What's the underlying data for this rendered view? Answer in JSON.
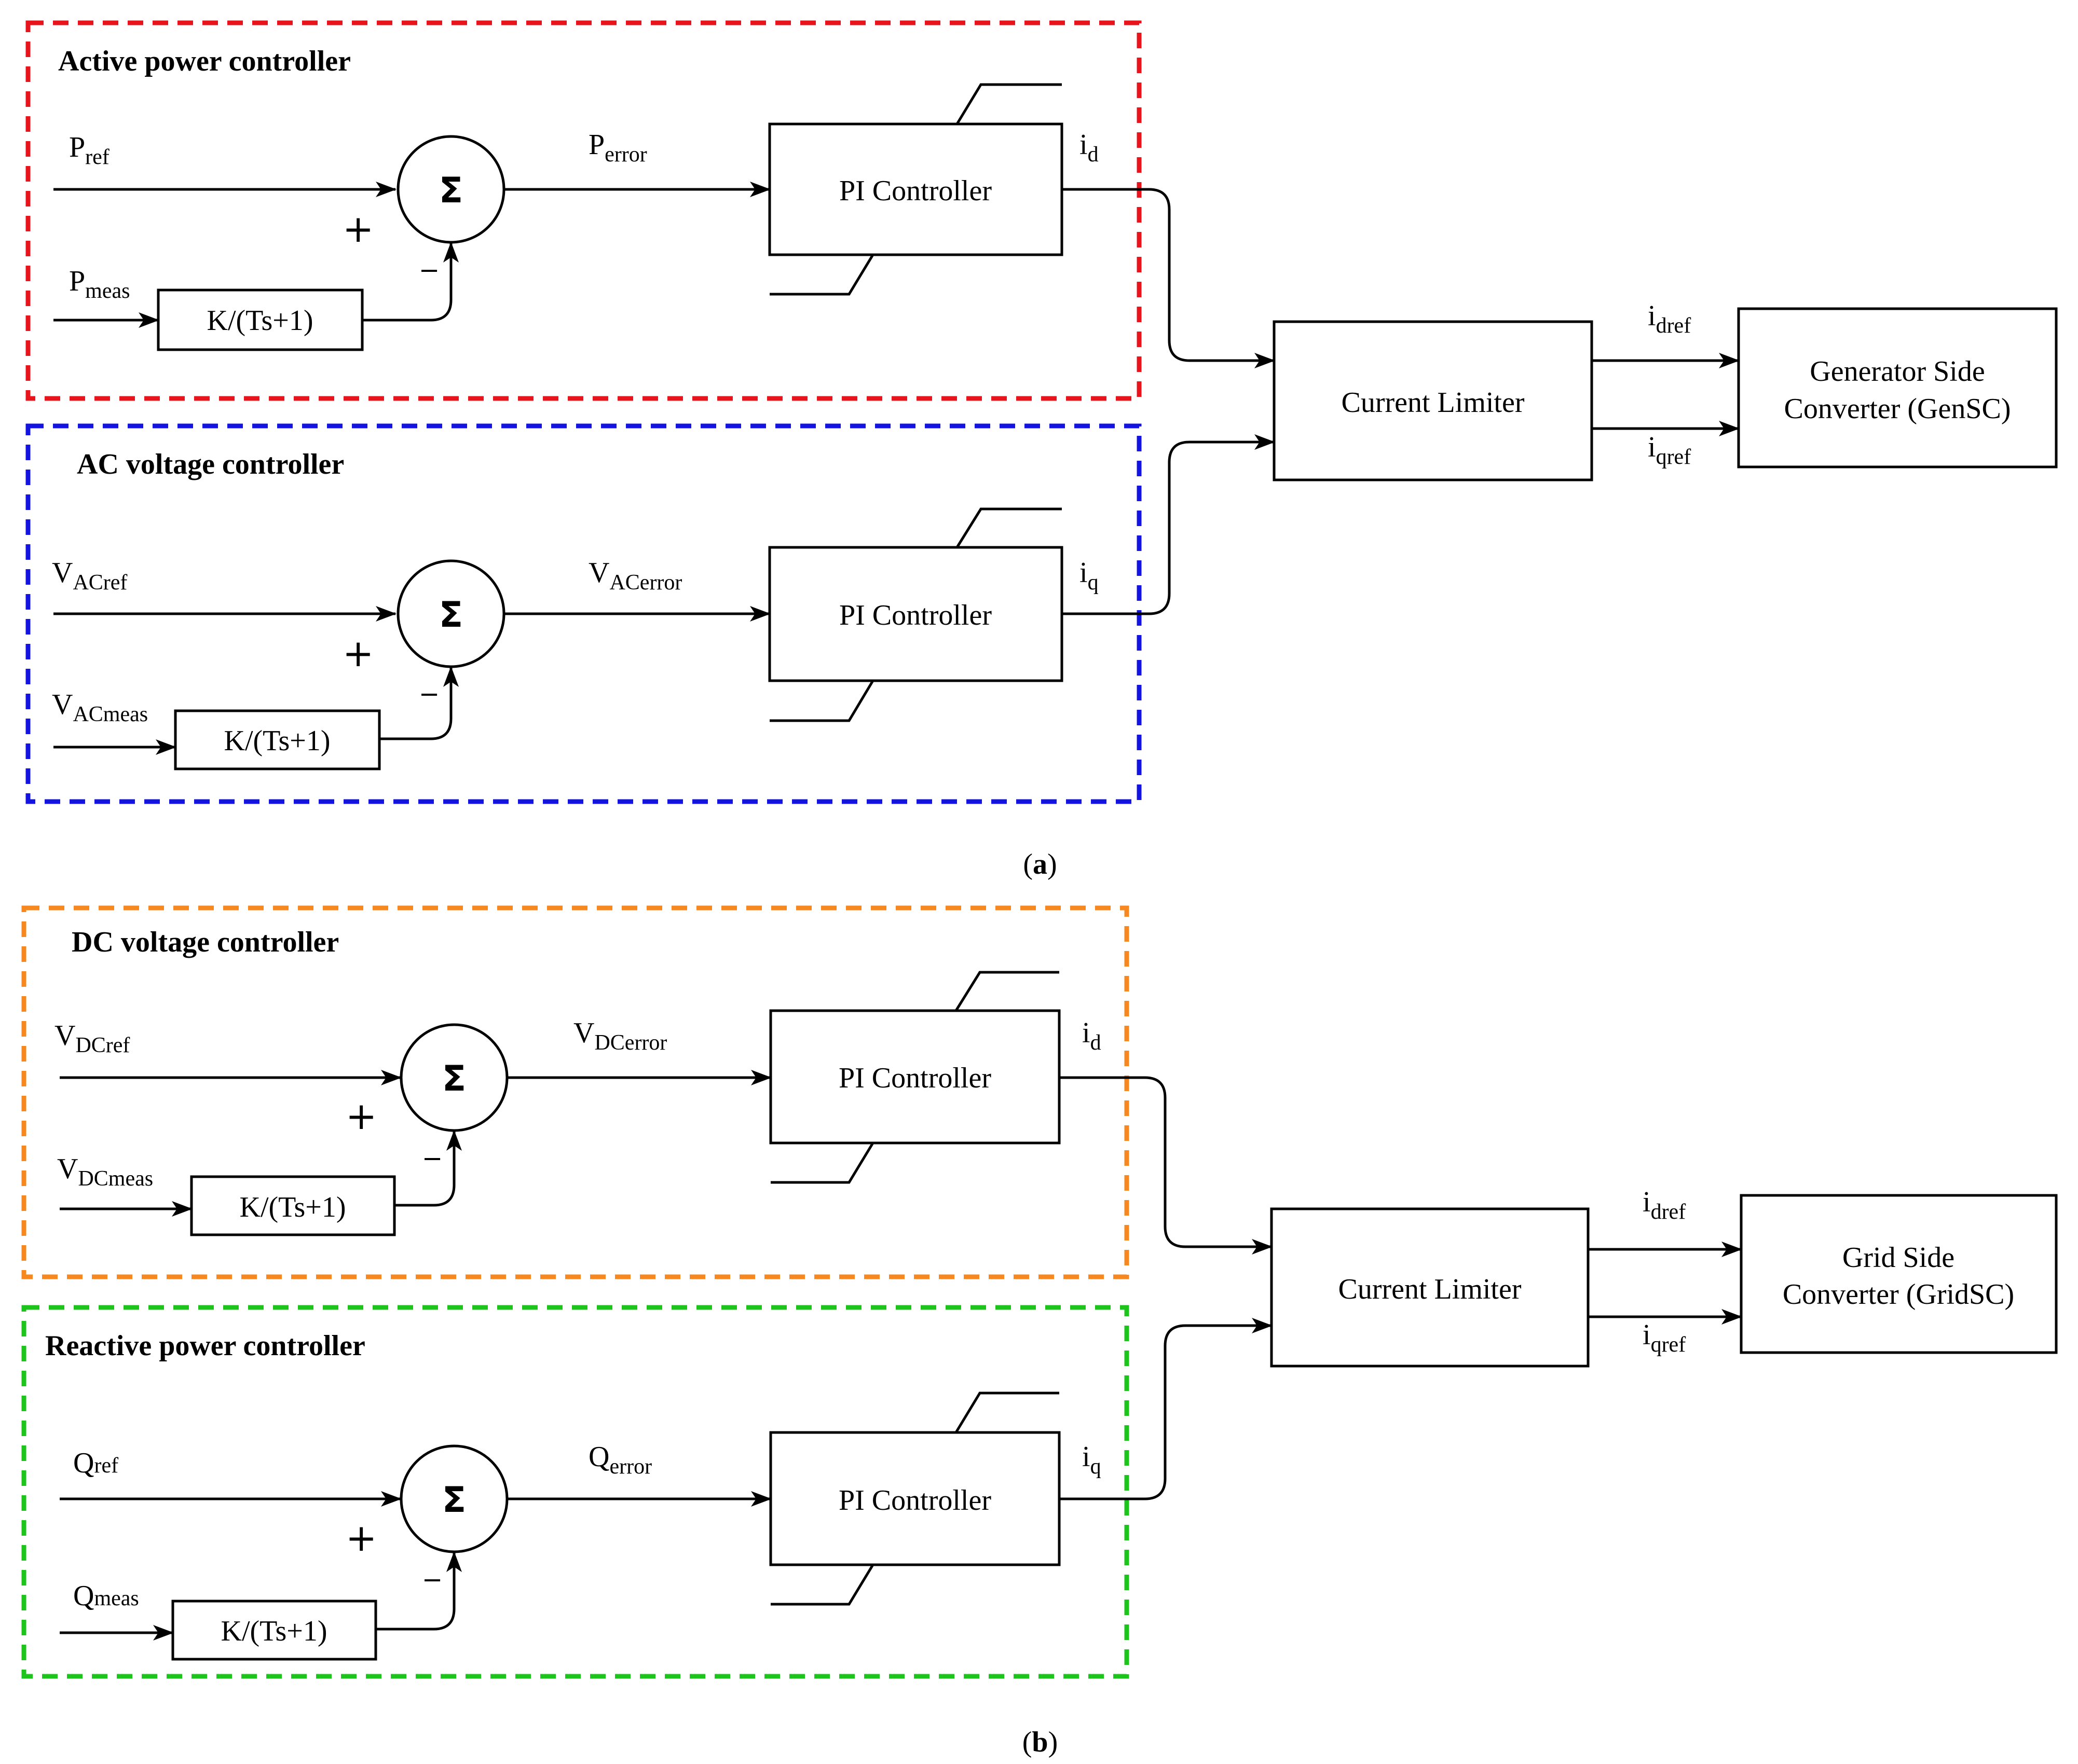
{
  "colors": {
    "active_power": "#e8141b",
    "ac_voltage": "#1414e0",
    "dc_voltage": "#f7881f",
    "reactive_power": "#1cc41c"
  },
  "panel_a": {
    "caption_label": "a",
    "active_power_controller": {
      "title": "Active power controller",
      "ref_main": "P",
      "ref_sub": "ref",
      "meas_main": "P",
      "meas_sub": "meas",
      "error_main": "P",
      "error_sub": "error",
      "out_main": "i",
      "out_sub": "d",
      "plus": "+",
      "minus": "−",
      "sum_symbol": "Σ",
      "filter": "K/(Ts+1)",
      "pi": "PI Controller"
    },
    "ac_voltage_controller": {
      "title": "AC voltage controller",
      "ref_main": "V",
      "ref_sub": "ACref",
      "meas_main": "V",
      "meas_sub": "ACmeas",
      "error_main": "V",
      "error_sub": "ACerror",
      "out_main": "i",
      "out_sub": "q",
      "plus": "+",
      "minus": "−",
      "sum_symbol": "Σ",
      "filter": "K/(Ts+1)",
      "pi": "PI Controller"
    },
    "current_limiter": "Current Limiter",
    "idref_main": "i",
    "idref_sub": "dref",
    "iqref_main": "i",
    "iqref_sub": "qref",
    "converter_line1": "Generator Side",
    "converter_line2": "Converter (GenSC)"
  },
  "panel_b": {
    "caption_label": "b",
    "dc_voltage_controller": {
      "title": "DC voltage controller",
      "ref_main": "V",
      "ref_sub": "DCref",
      "meas_main": "V",
      "meas_sub": "DCmeas",
      "error_main": "V",
      "error_sub": "DCerror",
      "out_main": "i",
      "out_sub": "d",
      "plus": "+",
      "minus": "−",
      "sum_symbol": "Σ",
      "filter": "K/(Ts+1)",
      "pi": "PI Controller"
    },
    "reactive_power_controller": {
      "title": "Reactive power controller",
      "ref_main": "Q",
      "ref_sub": "ref",
      "meas_main": "Q",
      "meas_sub": "meas",
      "error_main": "Q",
      "error_sub": "error",
      "out_main": "i",
      "out_sub": "q",
      "plus": "+",
      "minus": "−",
      "sum_symbol": "Σ",
      "filter": "K/(Ts+1)",
      "pi": "PI Controller"
    },
    "current_limiter": "Current Limiter",
    "idref_main": "i",
    "idref_sub": "dref",
    "iqref_main": "i",
    "iqref_sub": "qref",
    "converter_line1": "Grid Side",
    "converter_line2": "Converter (GridSC)"
  }
}
